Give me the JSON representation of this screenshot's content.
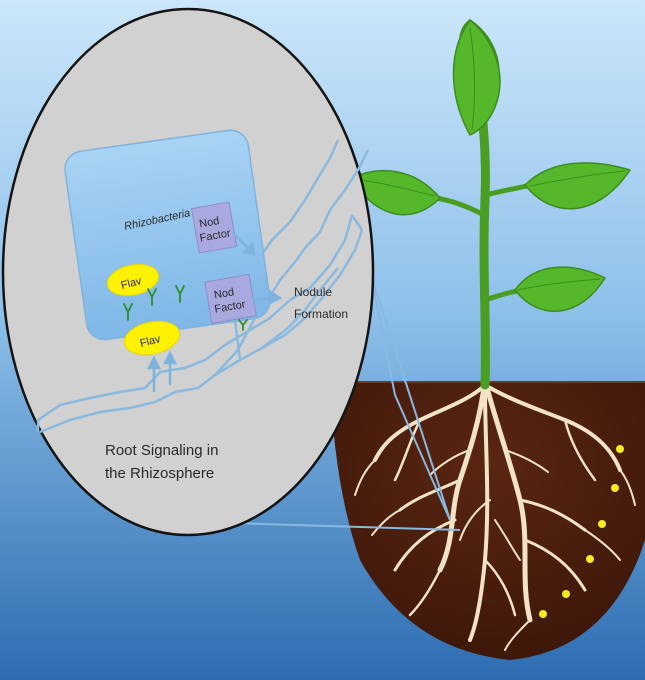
{
  "labels": {
    "rhizobacteria": "Rhizobacteria",
    "nod_factor_line1": "Nod",
    "nod_factor_line2": "Factor",
    "flav": "Flav",
    "nodule_line1": "Nodule",
    "nodule_line2": "Formation",
    "caption_line1": "Root Signaling in",
    "caption_line2": "the Rhizosphere"
  },
  "colors": {
    "background_top": "#c5e3f8",
    "background_bottom": "#2e6fb3",
    "soil": "#4a1d0c",
    "leaf": "#52b52a",
    "stem": "#4a9e22",
    "roots": "#f3e3c6",
    "flavonoid": "#fff200",
    "bacteria_box": "#9ccbf0",
    "nod_factor_box": "#a9a9e0",
    "magnifier_fill": "#d1d1d1",
    "pointer_line": "#7fb3de"
  },
  "icons": {
    "receptor": "y-shaped-receptor-icon",
    "seed_dot": "yellow-dot-icon"
  }
}
